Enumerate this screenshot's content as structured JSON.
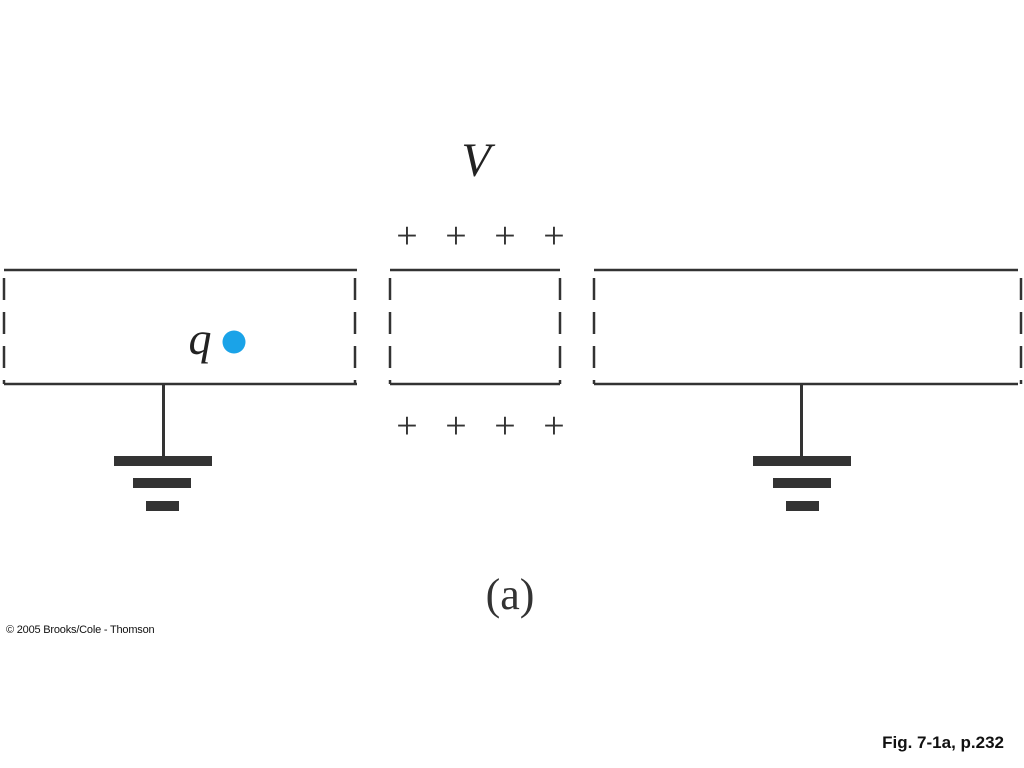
{
  "voltage_label": "V",
  "charge_label": "q",
  "plus_sign": "+",
  "subfigure_label": "(a)",
  "copyright": "© 2005 Brooks/Cole - Thomson",
  "figure_caption": "Fig. 7-1a, p.232",
  "colors": {
    "charge": "#1aa3e8",
    "line": "#333333"
  }
}
